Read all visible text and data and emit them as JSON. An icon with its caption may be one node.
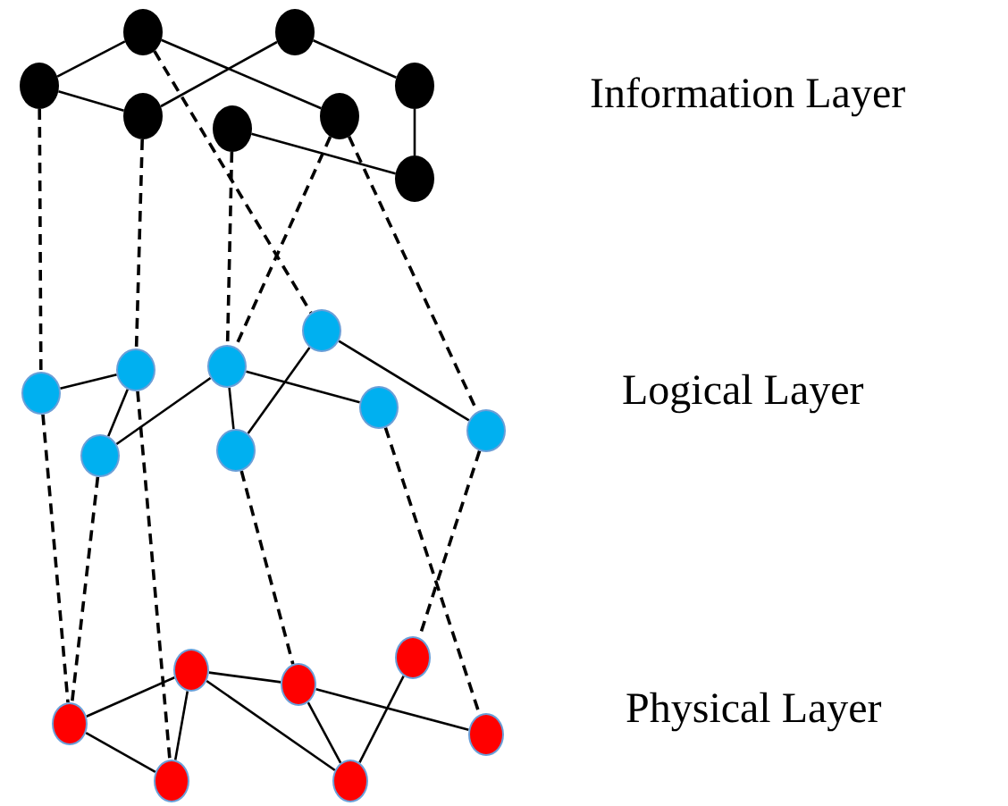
{
  "diagram": {
    "nodes": [
      {
        "text": [],
        "shape": "circle"
      },
      {
        "text": [],
        "shape": "circle"
      },
      {
        "text": [],
        "shape": "circle"
      },
      {
        "text": [],
        "shape": "circle"
      },
      {
        "text": [],
        "shape": "circle"
      },
      {
        "text": [],
        "shape": "circle"
      },
      {
        "text": [],
        "shape": "circle"
      },
      {
        "text": [],
        "shape": "circle"
      },
      {
        "text": [],
        "shape": "circle"
      },
      {
        "text": [],
        "shape": "circle"
      },
      {
        "text": [],
        "shape": "circle"
      },
      {
        "text": [],
        "shape": "circle"
      },
      {
        "text": [],
        "shape": "circle"
      },
      {
        "text": [],
        "shape": "circle"
      },
      {
        "text": [],
        "shape": "circle"
      },
      {
        "text": [],
        "shape": "circle"
      },
      {
        "text": [],
        "shape": "circle"
      },
      {
        "text": [],
        "shape": "circle"
      },
      {
        "text": [],
        "shape": "circle"
      },
      {
        "text": [],
        "shape": "circle"
      },
      {
        "text": [],
        "shape": "circle"
      },
      {
        "text": [],
        "shape": "circle"
      },
      {
        "text": [],
        "shape": "circle"
      }
    ],
    "edges": [
      {
        "from": 2,
        "to": 0,
        "arrow": "none"
      },
      {
        "from": 2,
        "to": 4,
        "arrow": "none"
      },
      {
        "from": 0,
        "to": 6,
        "arrow": "none"
      },
      {
        "from": 4,
        "to": 1,
        "arrow": "none"
      },
      {
        "from": 1,
        "to": 3,
        "arrow": "none"
      },
      {
        "from": 3,
        "to": 7,
        "arrow": "none"
      },
      {
        "from": 5,
        "to": 7,
        "arrow": "none"
      },
      {
        "from": 2,
        "to": 8,
        "arrow": "none",
        "style": "dashed"
      },
      {
        "from": 4,
        "to": 9,
        "arrow": "none",
        "style": "dashed"
      },
      {
        "from": 0,
        "to": 12,
        "arrow": "none",
        "style": "dashed"
      },
      {
        "from": 5,
        "to": 11,
        "arrow": "none",
        "style": "dashed"
      },
      {
        "from": 6,
        "to": 11,
        "arrow": "none",
        "style": "dashed"
      },
      {
        "from": 6,
        "to": 15,
        "arrow": "none",
        "style": "dashed"
      },
      {
        "from": 8,
        "to": 9,
        "arrow": "none"
      },
      {
        "from": 9,
        "to": 10,
        "arrow": "none"
      },
      {
        "from": 10,
        "to": 11,
        "arrow": "none"
      },
      {
        "from": 11,
        "to": 13,
        "arrow": "none"
      },
      {
        "from": 11,
        "to": 14,
        "arrow": "none"
      },
      {
        "from": 13,
        "to": 12,
        "arrow": "none"
      },
      {
        "from": 12,
        "to": 15,
        "arrow": "none"
      },
      {
        "from": 8,
        "to": 16,
        "arrow": "none",
        "style": "dashed"
      },
      {
        "from": 10,
        "to": 16,
        "arrow": "none",
        "style": "dashed"
      },
      {
        "from": 9,
        "to": 18,
        "arrow": "none",
        "style": "dashed"
      },
      {
        "from": 13,
        "to": 19,
        "arrow": "none",
        "style": "dashed"
      },
      {
        "from": 14,
        "to": 22,
        "arrow": "none",
        "style": "dashed"
      },
      {
        "from": 15,
        "to": 20,
        "arrow": "none",
        "style": "dashed"
      },
      {
        "from": 16,
        "to": 17,
        "arrow": "none"
      },
      {
        "from": 16,
        "to": 18,
        "arrow": "none"
      },
      {
        "from": 17,
        "to": 18,
        "arrow": "none"
      },
      {
        "from": 17,
        "to": 19,
        "arrow": "none"
      },
      {
        "from": 17,
        "to": 21,
        "arrow": "none"
      },
      {
        "from": 19,
        "to": 21,
        "arrow": "none"
      },
      {
        "from": 19,
        "to": 22,
        "arrow": "none"
      },
      {
        "from": 21,
        "to": 20,
        "arrow": "none"
      }
    ],
    "labels": [
      "Information Layer",
      "Logical Layer",
      "Physical Layer"
    ]
  }
}
